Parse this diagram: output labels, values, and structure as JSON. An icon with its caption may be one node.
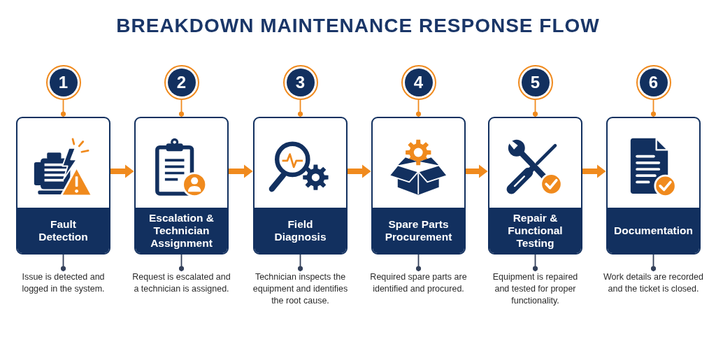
{
  "diagram": {
    "title": "BREAKDOWN MAINTENANCE RESPONSE FLOW",
    "nodes": [
      {
        "text": [
          "1"
        ]
      },
      {
        "text": [
          "2"
        ]
      },
      {
        "text": [
          "3"
        ]
      },
      {
        "text": [
          "4"
        ]
      },
      {
        "text": [
          "5"
        ]
      },
      {
        "text": [
          "6"
        ]
      },
      {
        "text": [
          "Fault Detection"
        ]
      },
      {
        "text": [
          "Escalation & Technician Assignment"
        ]
      },
      {
        "text": [
          "Field Diagnosis"
        ]
      },
      {
        "text": [
          "Spare Parts Procurement"
        ]
      },
      {
        "text": [
          "Repair & Functional Testing"
        ]
      },
      {
        "text": [
          "Documentation"
        ]
      },
      {
        "text": [
          "Issue is detected and logged in the system."
        ]
      },
      {
        "text": [
          "Request is escalated and a technician is assigned."
        ]
      },
      {
        "text": [
          "Technician inspects the equipment and identifies the root cause."
        ]
      },
      {
        "text": [
          "Required spare parts are identified and procured."
        ]
      },
      {
        "text": [
          "Equipment is repaired and tested for proper functionality."
        ]
      },
      {
        "text": [
          "Work details are recorded and the ticket is closed."
        ]
      }
    ],
    "edges": [
      {
        "from": 0,
        "to": 6,
        "arrow": "other"
      },
      {
        "from": 1,
        "to": 7,
        "arrow": "other"
      },
      {
        "from": 2,
        "to": 8,
        "arrow": "other"
      },
      {
        "from": 3,
        "to": 9,
        "arrow": "other"
      },
      {
        "from": 4,
        "to": 10,
        "arrow": "other"
      },
      {
        "from": 5,
        "to": 11,
        "arrow": "other"
      },
      {
        "from": 6,
        "to": 7,
        "arrow": "to",
        "style": "thick"
      },
      {
        "from": 7,
        "to": 8,
        "arrow": "to",
        "style": "thick"
      },
      {
        "from": 8,
        "to": 9,
        "arrow": "to",
        "style": "thick"
      },
      {
        "from": 9,
        "to": 10,
        "arrow": "to",
        "style": "thick"
      },
      {
        "from": 10,
        "to": 11,
        "arrow": "to",
        "style": "thick"
      },
      {
        "from": 6,
        "to": 12,
        "arrow": "other",
        "color": "#33405a"
      },
      {
        "from": 7,
        "to": 13,
        "arrow": "other",
        "color": "#33405a"
      },
      {
        "from": 8,
        "to": 14,
        "arrow": "other",
        "color": "#33405a"
      },
      {
        "from": 9,
        "to": 15,
        "arrow": "other",
        "color": "#33405a"
      },
      {
        "from": 10,
        "to": 16,
        "arrow": "other",
        "color": "#33405a"
      },
      {
        "from": 11,
        "to": 17,
        "arrow": "other",
        "color": "#33405a"
      }
    ]
  }
}
